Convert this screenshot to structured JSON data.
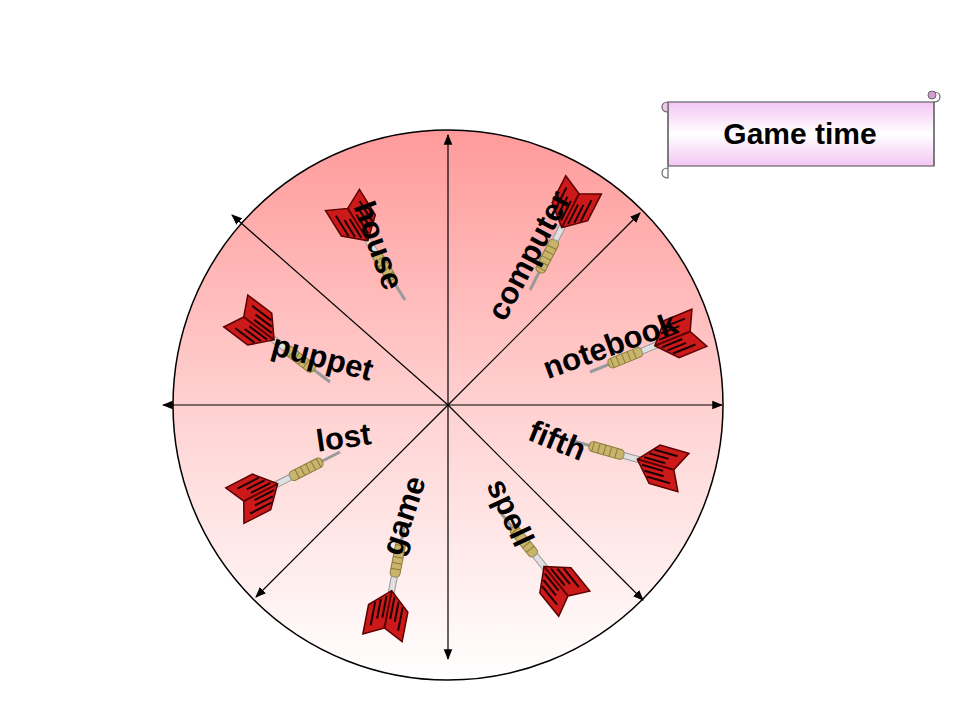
{
  "diagram": {
    "title": "Game time",
    "labels": [
      "house",
      "computer",
      "notebook",
      "fifth",
      "spell",
      "game",
      "lost",
      "puppet"
    ]
  }
}
